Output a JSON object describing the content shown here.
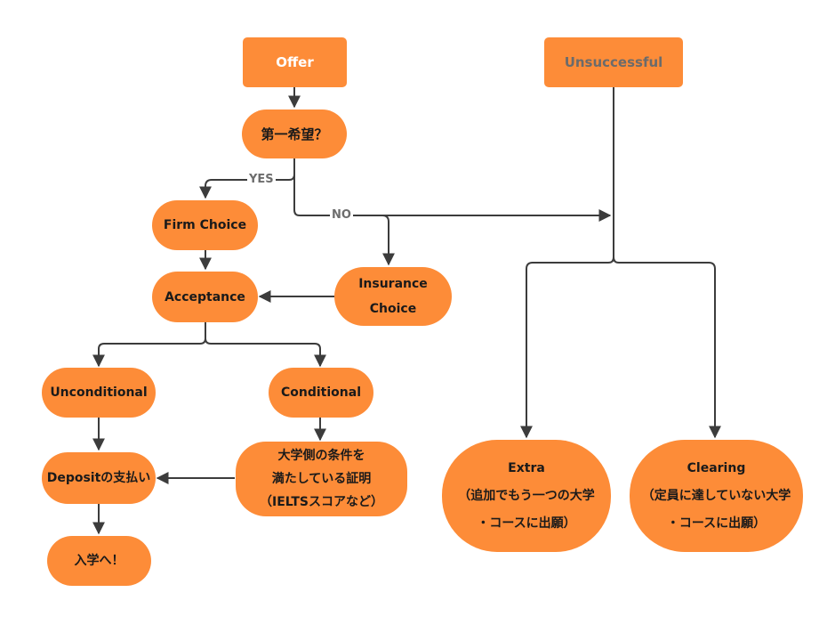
{
  "colors": {
    "node_fill": "#fd8c38",
    "connector": "#3c3c3c",
    "label_text": "#6d6d6d"
  },
  "nodes": {
    "offer": "Offer",
    "unsuccessful": "Unsuccessful",
    "first_choice": "第一希望？",
    "firm_choice": "Firm Choice",
    "insurance_choice": [
      "Insurance",
      "Choice"
    ],
    "acceptance": "Acceptance",
    "unconditional": "Unconditional",
    "conditional": "Conditional",
    "proof": [
      "大学側の条件を",
      "満たしている証明",
      "（IELTSスコアなど）"
    ],
    "deposit": "Depositの支払い",
    "enrolment": "入学へ！",
    "extra": [
      "Extra",
      "（追加でもう一つの大学",
      "・コースに出願）"
    ],
    "clearing": [
      "Clearing",
      "（定員に達していない大学",
      "・コースに出願）"
    ]
  },
  "edge_labels": {
    "yes": "YES",
    "no": "NO"
  }
}
